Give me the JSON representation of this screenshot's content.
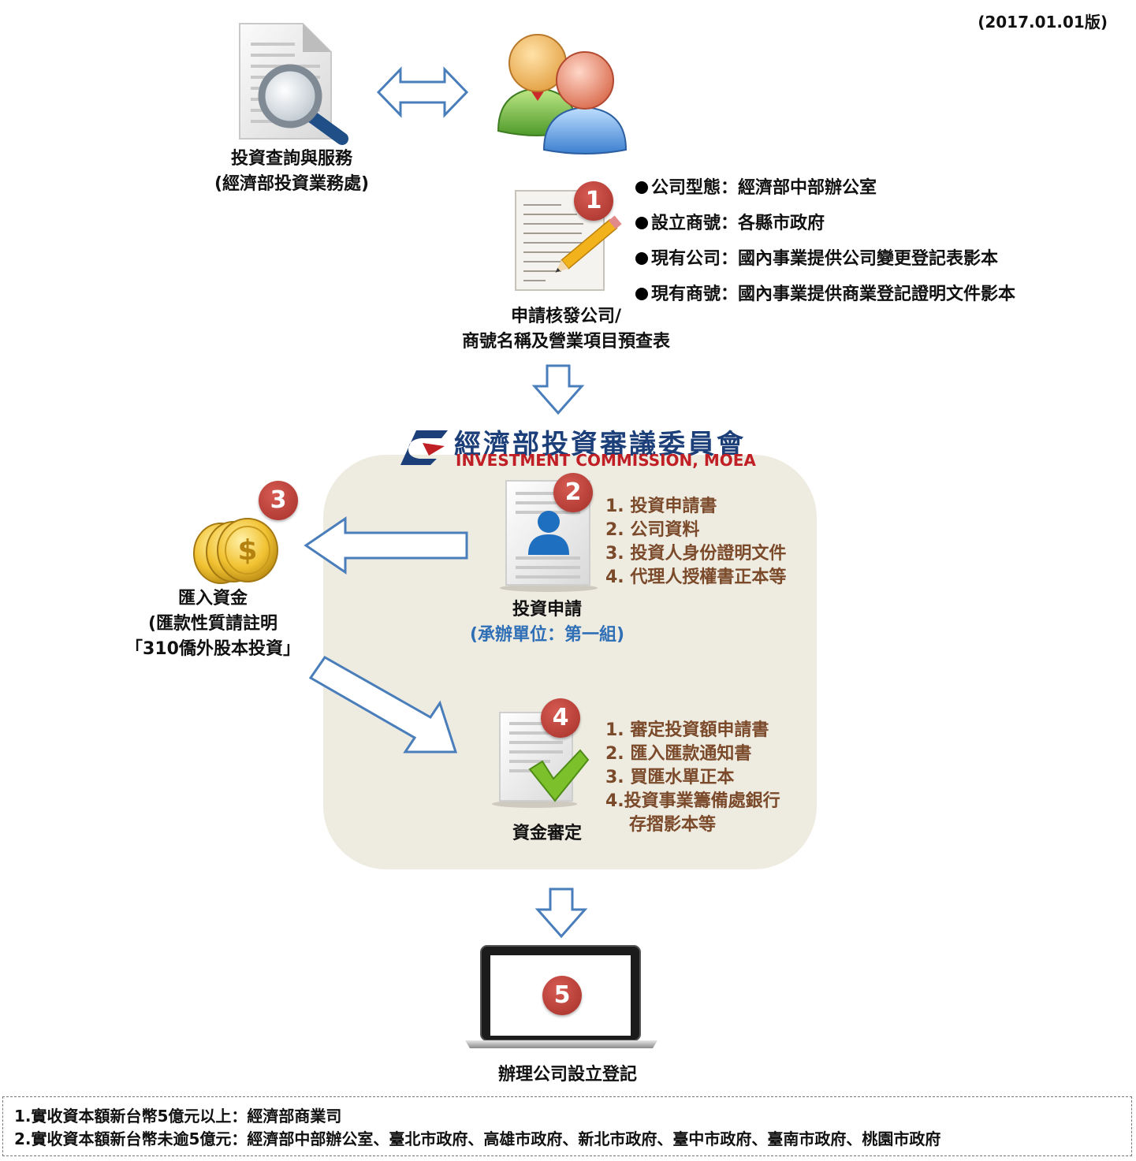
{
  "version": "(2017.01.01版)",
  "service": {
    "title": "投資查詢與服務",
    "subtitle": "(經濟部投資業務處)"
  },
  "step1": {
    "number": "1",
    "caption_line1": "申請核發公司/",
    "caption_line2": "商號名稱及營業項目預查表",
    "bullets": [
      "公司型態：經濟部中部辦公室",
      "設立商號：各縣市政府",
      "現有公司：國內事業提供公司變更登記表影本",
      "現有商號：國內事業提供商業登記證明文件影本"
    ]
  },
  "logo": {
    "chinese": "經濟部投資審議委員會",
    "english": "INVESTMENT COMMISSION, MOEA"
  },
  "step2": {
    "number": "2",
    "caption": "投資申請",
    "subcaption": "(承辦單位：第一組)",
    "items": [
      "1. 投資申請書",
      "2. 公司資料",
      "3. 投資人身份證明文件",
      "4. 代理人授權書正本等"
    ]
  },
  "step3": {
    "number": "3",
    "caption_line1": "匯入資金",
    "caption_line2": "(匯款性質請註明",
    "caption_line3": "「310僑外股本投資」"
  },
  "step4": {
    "number": "4",
    "caption": "資金審定",
    "items": [
      "1. 審定投資額申請書",
      "2. 匯入匯款通知書",
      "3. 買匯水單正本",
      "4.投資事業籌備處銀行",
      "存摺影本等"
    ]
  },
  "step5": {
    "number": "5",
    "caption": "辦理公司設立登記"
  },
  "footer": {
    "line1": "1.實收資本額新台幣5億元以上：經濟部商業司",
    "line2": "2.實收資本額新台幣未逾5億元：經濟部中部辦公室、臺北市政府、高雄市政府、新北市政府、臺中市政府、臺南市政府、桃園市政府"
  },
  "colors": {
    "arrow_stroke": "#4a7ebb",
    "badge": "#b8383a",
    "panel": "#eeebe1",
    "list_text": "#7a4a2a",
    "sub_blue": "#2f6fb6"
  }
}
